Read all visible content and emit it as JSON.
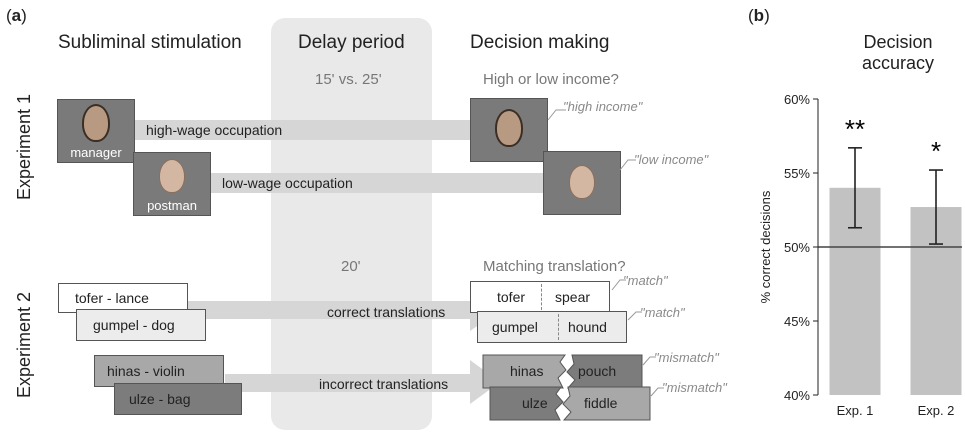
{
  "panel_a": {
    "label_open": "(",
    "label_letter": "a",
    "label_close": ")",
    "header_stimulation": "Subliminal stimulation",
    "header_delay": "Delay period",
    "header_decision": "Decision making",
    "experiment1": {
      "label": "Experiment 1",
      "delay": "15' vs. 25'",
      "question": "High or low income?",
      "manager_caption": "manager",
      "postman_caption": "postman",
      "arrow_high": "high-wage occupation",
      "arrow_low": "low-wage occupation",
      "answer_high": "\"high income\"",
      "answer_low": "\"low income\""
    },
    "experiment2": {
      "label": "Experiment 2",
      "delay": "20'",
      "question": "Matching translation?",
      "pair1": "tofer - lance",
      "pair2": "gumpel - dog",
      "pair3": "hinas - violin",
      "pair4": "ulze - bag",
      "arrow_correct": "correct translations",
      "arrow_incorrect": "incorrect translations",
      "match1_left": "tofer",
      "match1_right": "spear",
      "match2_left": "gumpel",
      "match2_right": "hound",
      "mis1_left": "hinas",
      "mis1_right": "pouch",
      "mis2_left": "ulze",
      "mis2_right": "fiddle",
      "answer_match1": "\"match\"",
      "answer_match2": "\"match\"",
      "answer_mis1": "\"mismatch\"",
      "answer_mis2": "\"mismatch\""
    },
    "colors": {
      "arrow": "#d6d6d6",
      "delay_bg": "#e9e9e9",
      "card_light": "#ececec",
      "card_mid": "#a8a8a8",
      "card_dark": "#7c7c7c"
    }
  },
  "panel_b": {
    "label_open": "(",
    "label_letter": "b",
    "label_close": ")"
  },
  "chart_data": {
    "type": "bar",
    "title": "Decision accuracy",
    "title_line1": "Decision",
    "title_line2": "accuracy",
    "ylabel": "% correct decisions",
    "categories": [
      "Exp. 1",
      "Exp. 2"
    ],
    "values": [
      54.0,
      52.7
    ],
    "error_low": [
      51.3,
      50.2
    ],
    "error_high": [
      56.7,
      55.2
    ],
    "significance": [
      "**",
      "*"
    ],
    "ylim": [
      40,
      60
    ],
    "yticks": [
      40,
      45,
      50,
      55,
      60
    ],
    "ytick_labels": [
      "40%",
      "45%",
      "50%",
      "55%",
      "60%"
    ],
    "reference_line": 50,
    "bar_color": "#c2c2c2",
    "grid": false
  }
}
